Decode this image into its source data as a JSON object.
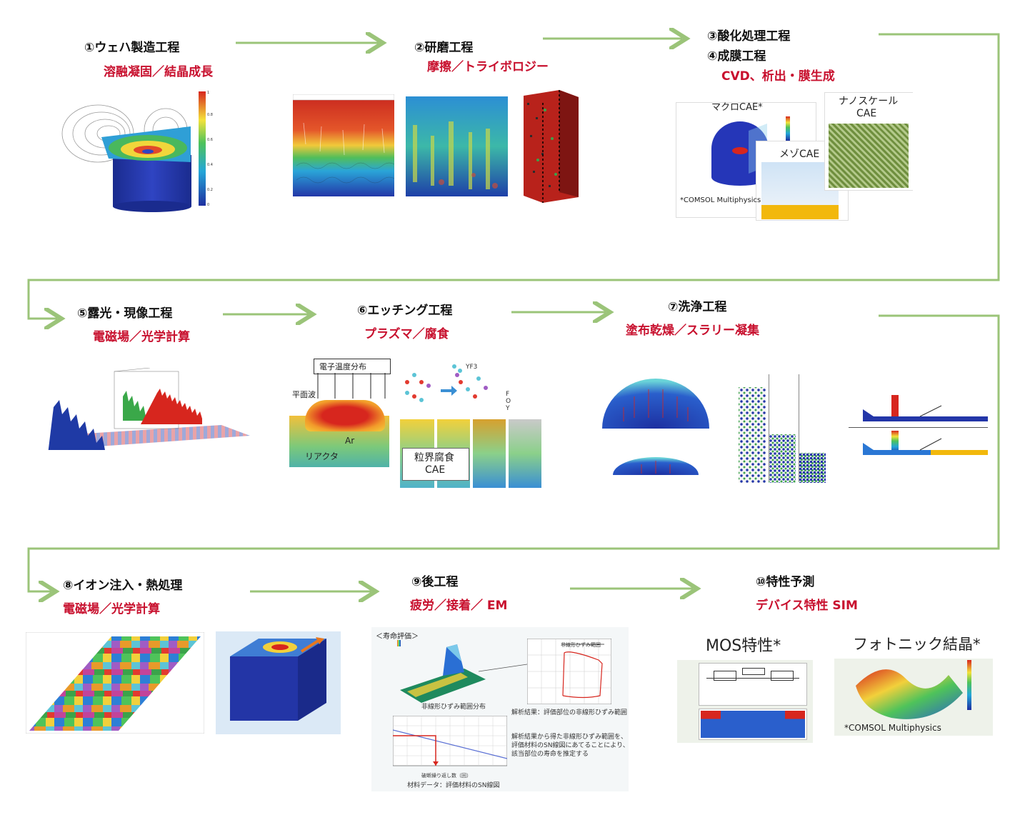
{
  "colors": {
    "arrow": "#9bc479",
    "title": "#111111",
    "subtitle": "#c8102e"
  },
  "steps": [
    {
      "title": "①ウェハ製造工程",
      "subtitle": "溶融凝固／結晶成長"
    },
    {
      "title": "②研磨工程",
      "subtitle": "摩擦／トライボロジー"
    },
    {
      "title": "③酸化処理工程",
      "title2": "④成膜工程",
      "subtitle": "CVD、析出・膜生成"
    },
    {
      "title": "⑤露光・現像工程",
      "subtitle": "電磁場／光学計算"
    },
    {
      "title": "⑥エッチング工程",
      "subtitle": "プラズマ／腐食"
    },
    {
      "title": "⑦洗浄工程",
      "subtitle": "塗布乾燥／スラリー凝集"
    },
    {
      "title": "⑧イオン注入・熱処理",
      "subtitle": "電磁場／光学計算"
    },
    {
      "title": "⑨後工程",
      "subtitle": "疲労／接着／ EM"
    },
    {
      "title": "⑩特性予測",
      "subtitle": "デバイス特性 SIM"
    }
  ],
  "step3_panel": {
    "macro": "マクロCAE*",
    "meso": "メゾCAE",
    "nano1": "ナノスケール",
    "nano2": "CAE",
    "note": "*COMSOL Multiphysics"
  },
  "step6_panel": {
    "electron": "電子温度分布",
    "plane_wave": "平面波",
    "ar": "Ar",
    "reactor": "リアクタ",
    "grain1": "粒界腐食",
    "grain2": "CAE",
    "yf3": "YF3",
    "legend": [
      "F",
      "O",
      "Y"
    ]
  },
  "step9_panel": {
    "heading": "＜寿命評価＞",
    "result": "解析結果：評価部位の非線形ひずみ範囲",
    "nonlinear": "非線形ひずみ範囲",
    "dist": "非線形ひずみ範囲分布",
    "explain1": "解析結果から得た非線形ひずみ範囲を、",
    "explain2": "評価材料のSN線図にあてることにより、",
    "explain3": "該当部位の寿命を推定する",
    "material": "材料データ：評価材料のSN線図",
    "xaxis": "破断繰り返し数（回）"
  },
  "step10_panel": {
    "mos": "MOS特性*",
    "photonic": "フォトニック結晶*",
    "note": "*COMSOL Multiphysics"
  }
}
